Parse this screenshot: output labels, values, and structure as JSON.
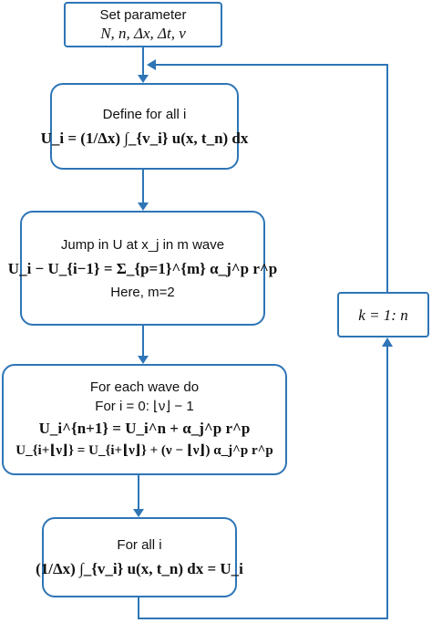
{
  "nodes": {
    "set_parameter": {
      "line1": "Set parameter",
      "line2": "N, n, Δx, Δt, ν"
    },
    "define_average": {
      "line1": "Define for all i",
      "line2": "U_i = (1/Δx) ∫_{v_i} u(x, t_n) dx"
    },
    "jump_decomposition": {
      "line1": "Jump in U at x_j in m wave",
      "line2": "U_i − U_{i−1} = Σ_{p=1}^{m} α_j^p r^p",
      "line3": "Here, m=2"
    },
    "wave_update": {
      "line1": "For each wave do",
      "line2": "For i = 0: ⌊ν⌋ − 1",
      "line3": "U_i^{n+1} = U_i^n + α_j^p r^p",
      "line4": "U_{i+⌊ν⌋} = U_{i+⌊ν⌋} + (ν − ⌊ν⌋) α_j^p r^p"
    },
    "reconstruct": {
      "line1": "For all i",
      "line2": "(1/Δx) ∫_{v_i} u(x, t_n) dx = U_i"
    },
    "time_loop": {
      "line1": "k = 1: n"
    }
  },
  "colors": {
    "border": "#2e75b6",
    "connector": "#2e75b6",
    "text": "#111111",
    "background": "#ffffff"
  }
}
